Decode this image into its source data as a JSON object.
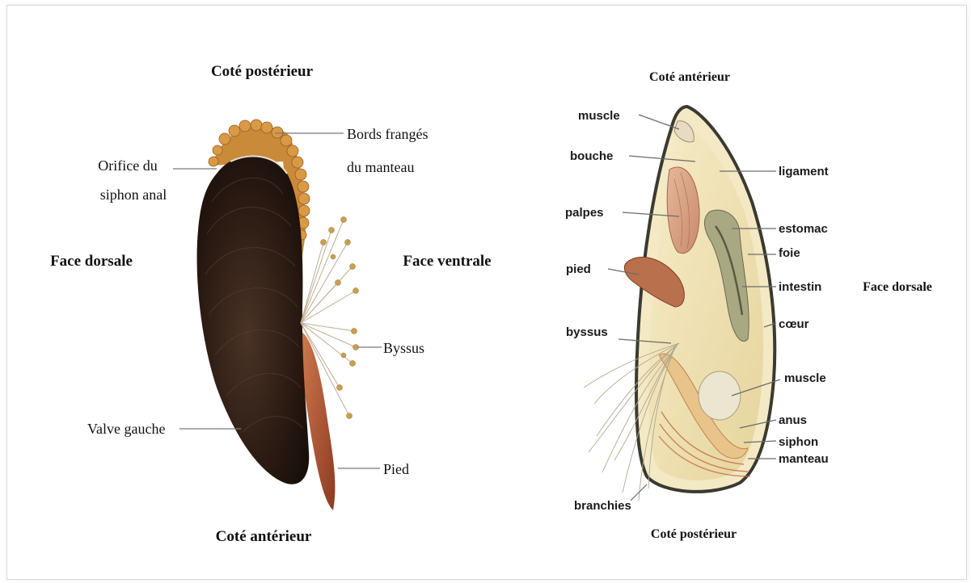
{
  "left_diagram": {
    "top_title": "Coté postérieur",
    "bottom_title": "Coté antérieur",
    "face_left": "Face dorsale",
    "face_right": "Face ventrale",
    "labels": {
      "orifice_line1": "Orifice du",
      "orifice_line2": "siphon anal",
      "bords_line1": "Bords frangés",
      "bords_line2": "du manteau",
      "byssus": "Byssus",
      "valve": "Valve gauche",
      "pied": "Pied"
    }
  },
  "right_diagram": {
    "top_title": "Coté antérieur",
    "bottom_title": "Coté postérieur",
    "face_right": "Face dorsale",
    "labels_left": {
      "muscle": "muscle",
      "bouche": "bouche",
      "palpes": "palpes",
      "pied": "pied",
      "byssus": "byssus",
      "branchies": "branchies"
    },
    "labels_right": {
      "ligament": "ligament",
      "estomac": "estomac",
      "foie": "foie",
      "intestin": "intestin",
      "coeur": "cœur",
      "muscle": "muscle",
      "anus": "anus",
      "siphon": "siphon",
      "manteau": "manteau"
    }
  },
  "colors": {
    "shell_dark": "#2a1c14",
    "fringe": "#c98a3a",
    "foot": "#b5603a",
    "inner_shell": "#efe3b8"
  }
}
